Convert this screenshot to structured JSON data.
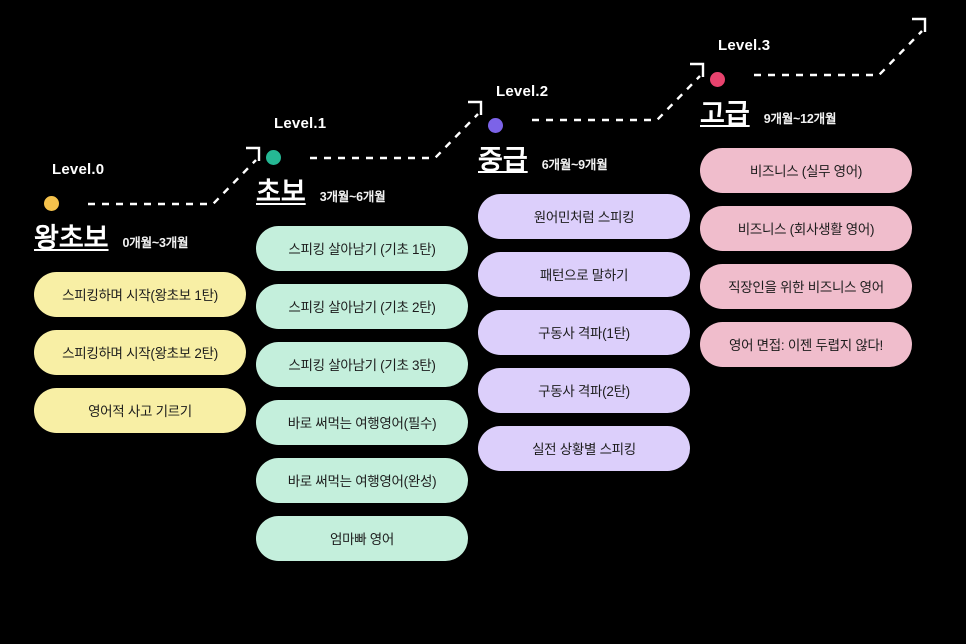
{
  "meta": {
    "background_color": "#000000",
    "title": "English Learning Level Roadmap"
  },
  "columns": [
    {
      "level_label": "Level.0",
      "kr_title": "왕초보",
      "duration": "0개월~3개월",
      "dot_color": "#F5C24C",
      "pill_color": "#F8EFA5",
      "courses": [
        "스피킹하며 시작(왕초보 1탄)",
        "스피킹하며 시작(왕초보 2탄)",
        "영어적 사고 기르기"
      ]
    },
    {
      "level_label": "Level.1",
      "kr_title": "초보",
      "duration": "3개월~6개월",
      "dot_color": "#25B894",
      "pill_color": "#C4EFDC",
      "courses": [
        "스피킹 살아남기 (기초 1탄)",
        "스피킹 살아남기 (기초 2탄)",
        "스피킹 살아남기 (기초 3탄)",
        "바로 써먹는 여행영어(필수)",
        "바로 써먹는 여행영어(완성)",
        "엄마빠 영어"
      ]
    },
    {
      "level_label": "Level.2",
      "kr_title": "중급",
      "duration": "6개월~9개월",
      "dot_color": "#7C63E8",
      "pill_color": "#DCCFFB",
      "courses": [
        "원어민처럼 스피킹",
        "패턴으로 말하기",
        "구동사 격파(1탄)",
        "구동사 격파(2탄)",
        "실전 상황별 스피킹"
      ]
    },
    {
      "level_label": "Level.3",
      "kr_title": "고급",
      "duration": "9개월~12개월",
      "dot_color": "#E8436E",
      "pill_color": "#F0BDCC",
      "courses": [
        "비즈니스 (실무 영어)",
        "비즈니스 (회사생활 영어)",
        "직장인을 위한 비즈니스 영어",
        "영어 면접: 이젠 두렵지 않다!"
      ]
    }
  ],
  "connectors": {
    "line_color": "#ffffff",
    "style": "dashed-with-arrow",
    "segments": [
      {
        "from_level": "Level.0",
        "to_level": "Level.1"
      },
      {
        "from_level": "Level.1",
        "to_level": "Level.2"
      },
      {
        "from_level": "Level.2",
        "to_level": "Level.3"
      },
      {
        "from_level": "Level.3",
        "to_level": "beyond"
      }
    ]
  }
}
